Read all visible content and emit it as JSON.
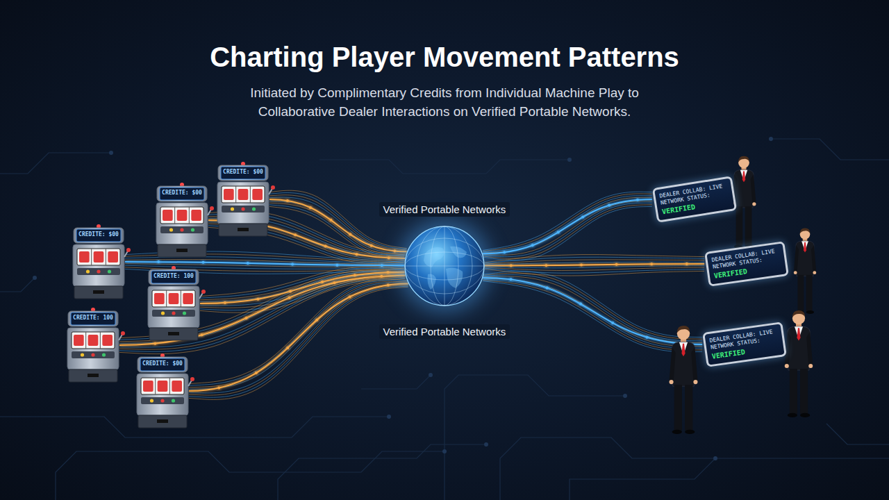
{
  "diagram": {
    "title": "Charting Player Movement Patterns",
    "caption": "Initiated by Complimentary Credits from Individual Machine Play to Collaborative Dealer Interactions on Verified Portable Networks.",
    "nodes": [
      {
        "text": [
          "CREDITE: $00"
        ]
      },
      {
        "text": [
          "CREDITE: $00"
        ]
      },
      {
        "text": [
          "CREDITE: $00"
        ]
      },
      {
        "text": [
          "CREDITE: 100"
        ]
      },
      {
        "text": [
          "CREDITE: 100"
        ]
      },
      {
        "text": [
          "CREDITE: $00"
        ]
      },
      {
        "text": [
          "Verified Portable Networks",
          "Verified Portable Networks"
        ]
      },
      {
        "text": [
          "DEALER COLLAB: LIVE NETWORK STATUS:",
          "VERIFIED"
        ]
      },
      {
        "text": [
          "DEALER COLLAB: LIVE NETWORK STATUS:",
          "VERIFIED"
        ]
      },
      {
        "text": [
          "DEALER COLLAB: LIVE NETWORK STATUS:",
          "VERIFIED"
        ]
      }
    ],
    "edges": [
      {
        "from": 0,
        "to": 6,
        "arrow": "none"
      },
      {
        "from": 1,
        "to": 6,
        "arrow": "none"
      },
      {
        "from": 2,
        "to": 6,
        "arrow": "none"
      },
      {
        "from": 3,
        "to": 6,
        "arrow": "none"
      },
      {
        "from": 4,
        "to": 6,
        "arrow": "none"
      },
      {
        "from": 5,
        "to": 6,
        "arrow": "none"
      },
      {
        "from": 6,
        "to": 7,
        "arrow": "none"
      },
      {
        "from": 6,
        "to": 8,
        "arrow": "none"
      },
      {
        "from": 6,
        "to": 9,
        "arrow": "none"
      }
    ]
  }
}
